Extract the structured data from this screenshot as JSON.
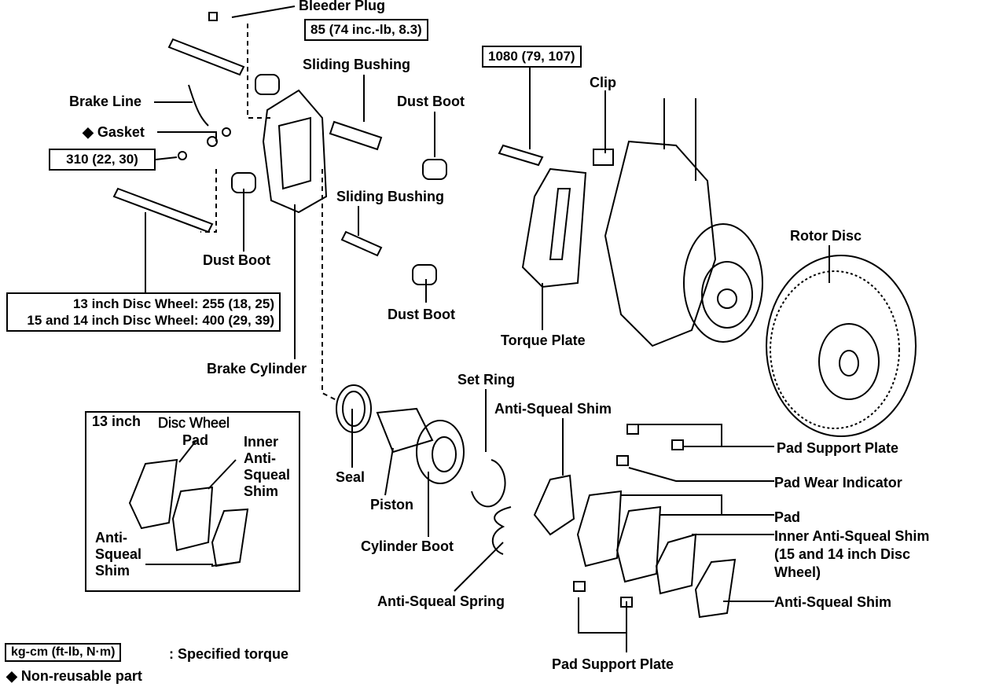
{
  "labels": {
    "bleeder_plug": "Bleeder Plug",
    "sliding_bushing_1": "Sliding Bushing",
    "clip": "Clip",
    "dust_boot_1": "Dust Boot",
    "brake_line": "Brake Line",
    "gasket": "◆ Gasket",
    "sliding_bushing_2": "Sliding Bushing",
    "rotor_disc": "Rotor Disc",
    "dust_boot_2": "Dust Boot",
    "dust_boot_3": "Dust Boot",
    "torque_plate": "Torque Plate",
    "brake_cylinder": "Brake Cylinder",
    "set_ring": "Set Ring",
    "anti_squeal_shim_top": "Anti-Squeal Shim",
    "pad_support_plate_1": "Pad Support Plate",
    "seal": "Seal",
    "pad_wear_indicator": "Pad Wear Indicator",
    "piston": "Piston",
    "pad": "Pad",
    "inner_shim_l1": "Inner Anti-Squeal Shim",
    "inner_shim_l2": "(15 and 14 inch Disc",
    "inner_shim_l3": "Wheel)",
    "cylinder_boot": "Cylinder Boot",
    "anti_squeal_spring": "Anti-Squeal Spring",
    "anti_squeal_shim_right": "Anti-Squeal Shim",
    "pad_support_plate_2": "Pad Support Plate"
  },
  "torques": {
    "bleeder": "85 (74 inc.-lb, 8.3)",
    "torque_plate_bolt": "1080 (79, 107)",
    "brake_line": "310 (22, 30)",
    "slide_pin_13": "13 inch Disc Wheel: 255 (18, 25)",
    "slide_pin_15_14": "15 and 14 inch Disc Wheel: 400 (29, 39)"
  },
  "inset": {
    "title_a": "13 inch",
    "title_b": "Disc Wheel",
    "pad": "Pad",
    "inner_l1": "Inner",
    "inner_l2": "Anti-",
    "inner_l3": "Squeal",
    "inner_l4": "Shim",
    "shim_l1": "Anti-",
    "shim_l2": "Squeal",
    "shim_l3": "Shim"
  },
  "legend": {
    "torque_unit": "kg-cm (ft-lb, N·m)",
    "torque_desc": ":  Specified torque",
    "non_reusable": "◆ Non-reusable part"
  }
}
